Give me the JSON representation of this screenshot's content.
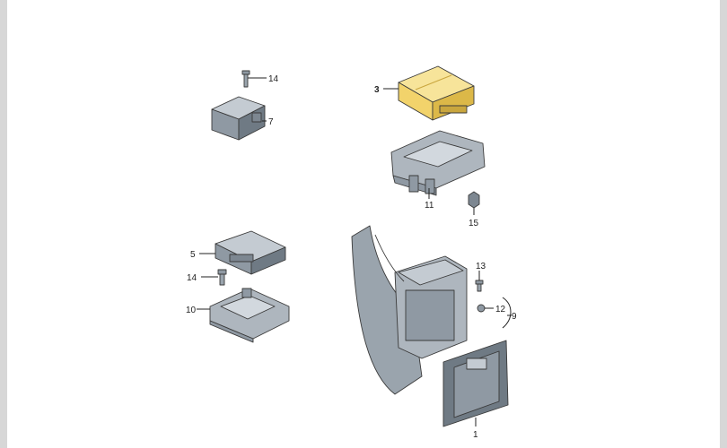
{
  "diagram": {
    "callouts": [
      {
        "key": "p14a",
        "text": "14"
      },
      {
        "key": "p7",
        "text": "7"
      },
      {
        "key": "p3",
        "text": "3"
      },
      {
        "key": "p11",
        "text": "11"
      },
      {
        "key": "p15",
        "text": "15"
      },
      {
        "key": "p5",
        "text": "5"
      },
      {
        "key": "p14b",
        "text": "14"
      },
      {
        "key": "p10",
        "text": "10"
      },
      {
        "key": "p13",
        "text": "13"
      },
      {
        "key": "p12",
        "text": "12"
      },
      {
        "key": "p9",
        "text": "9"
      },
      {
        "key": "p1",
        "text": "1"
      }
    ],
    "highlighted_part": "3",
    "colors": {
      "part_fill": "#9aa4ad",
      "part_dark": "#6f7a84",
      "part_light": "#c4cbd2",
      "highlight": "#f2d36b"
    }
  }
}
